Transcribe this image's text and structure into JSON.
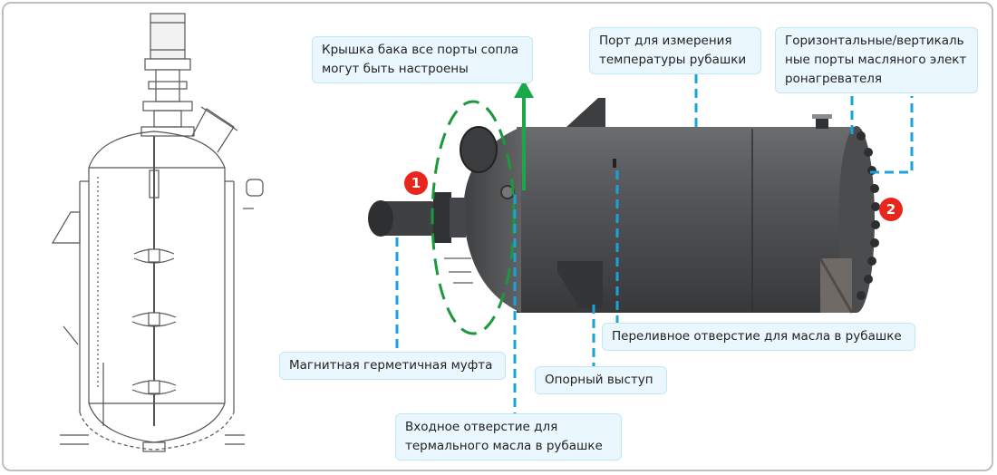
{
  "labels": {
    "lid_ports": "Крышка бака все порты сопла могут быть настроены",
    "jacket_temp_port": "Порт для измерения температуры рубашки",
    "heater_ports": "Горизонтальные/вертикальные порты масляного электронагревателя",
    "overflow_hole": "Переливное отверстие для масла в рубашке",
    "magnetic_coupling": "Магнитная герметичная муфта",
    "support_lug": "Опорный выступ",
    "oil_inlet": "Входное отверстие для термального масла в рубашке"
  },
  "badges": {
    "one": "1",
    "two": "2"
  },
  "colors": {
    "label_bg": "#eaf8fd",
    "label_border": "#bfe7f5",
    "leader": "#1aa3d9",
    "ellipse": "#1a9a3c",
    "arrow": "#1aa84a",
    "badge": "#e8261e",
    "tank": "#4d4f51"
  }
}
